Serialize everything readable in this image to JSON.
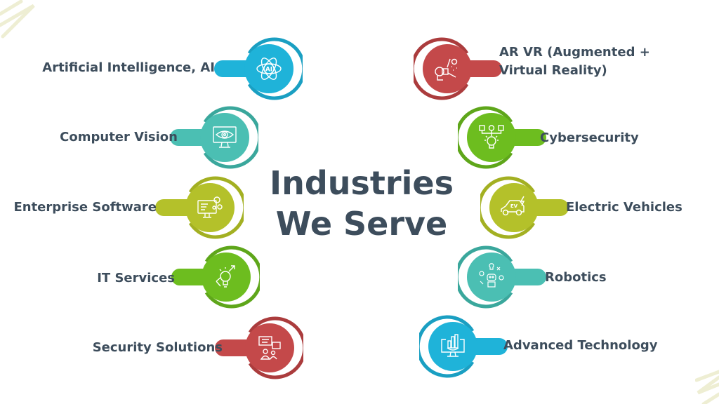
{
  "title": {
    "line1": "Industries",
    "line2": "We Serve"
  },
  "colors": {
    "text": "#3d4d5c",
    "blue": "#1fb3d9",
    "blue_ring": "#1a9fc2",
    "teal": "#4bbfb3",
    "teal_ring": "#3aa79c",
    "olive": "#b4c12a",
    "olive_ring": "#a3b022",
    "green": "#6dbd1f",
    "green_ring": "#5ea61a",
    "red": "#c4494a",
    "red_ring": "#ab3c3d",
    "scribble": "#eeeed3"
  },
  "industries_left": [
    {
      "label": "Artificial Intelligence, AI",
      "icon": "ai-atom-icon",
      "color": "blue"
    },
    {
      "label": "Computer Vision",
      "icon": "monitor-eye-icon",
      "color": "teal"
    },
    {
      "label": "Enterprise Software",
      "icon": "monitor-gears-icon",
      "color": "olive"
    },
    {
      "label": "IT Services",
      "icon": "lightbulb-arrow-icon",
      "color": "green"
    },
    {
      "label": "Security Solutions",
      "icon": "people-chat-icon",
      "color": "red"
    }
  ],
  "industries_right": [
    {
      "label": "AR VR (Augmented +",
      "label2": "Virtual Reality)",
      "icon": "vr-headset-icon",
      "color": "red"
    },
    {
      "label": "Cybersecurity",
      "icon": "lightbulb-network-icon",
      "color": "green"
    },
    {
      "label": "Electric Vehicles",
      "icon": "ev-car-icon",
      "color": "olive"
    },
    {
      "label": "Robotics",
      "icon": "robot-icon",
      "color": "teal"
    },
    {
      "label": "Advanced Technology",
      "icon": "monitor-chart-icon",
      "color": "blue"
    }
  ],
  "icon_text": {
    "ai": "AI",
    "ev": "EV"
  }
}
